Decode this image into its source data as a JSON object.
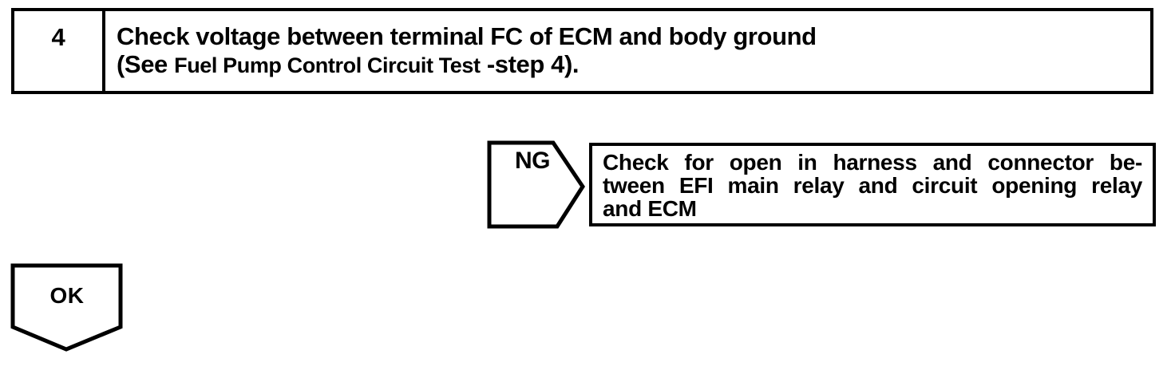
{
  "colors": {
    "ink": "#000000",
    "background": "#ffffff"
  },
  "step_box": {
    "number": "4",
    "title": "Check voltage between terminal FC of ECM and body ground",
    "subtitle_prefix": "(See",
    "subtitle_reference": "Fuel Pump Control Circuit Test",
    "subtitle_suffix": "-step 4)."
  },
  "ng_branch": {
    "label": "NG",
    "action_lines": [
      "Check for open in harness and connector be-",
      "tween EFI main relay and circuit opening relay",
      "and ECM"
    ]
  },
  "ok_branch": {
    "label": "OK"
  }
}
